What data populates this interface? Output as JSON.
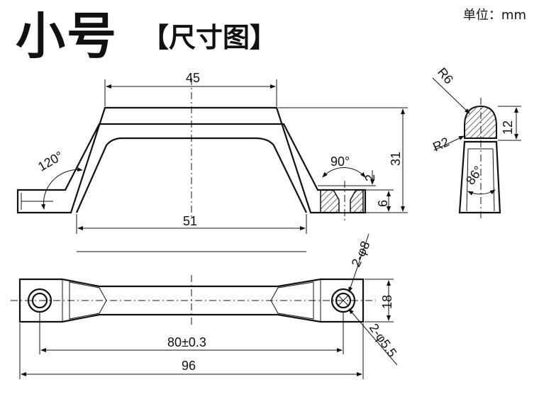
{
  "header": {
    "title_main": "小号",
    "title_sub": "【尺寸图】",
    "unit": "单位：mm"
  },
  "dimensions": {
    "top_width": "45",
    "angle_left": "120°",
    "angle_right": "90°",
    "height_total": "31",
    "inner_base": "51",
    "small_gap": "2",
    "foot_height": "6",
    "radius_top": "R6",
    "radius_corner": "R2",
    "section_height": "12",
    "taper_angle": "86°",
    "hole_spec_top": "2-φ8",
    "hole_spec_bottom": "2-φ5.5",
    "side_width": "18",
    "hole_spacing": "80±0.3",
    "overall_length": "96"
  }
}
